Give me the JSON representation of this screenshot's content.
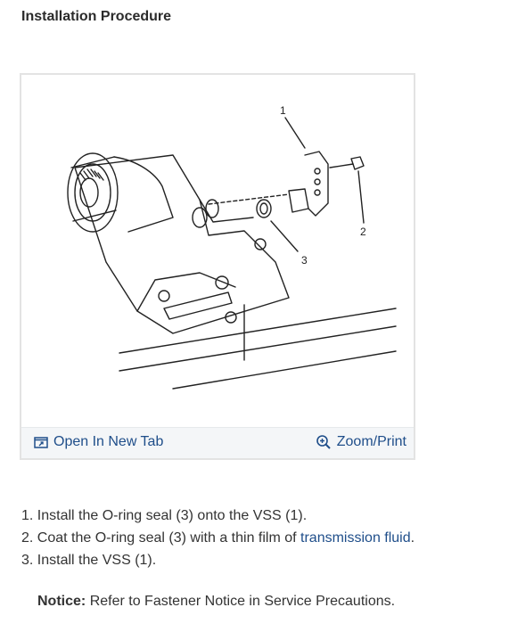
{
  "heading": "Installation Procedure",
  "figure": {
    "callouts": [
      "1",
      "2",
      "3"
    ],
    "open_tab_label": "Open In New Tab",
    "zoom_label": "Zoom/Print",
    "icons": {
      "open": "external-tab-icon",
      "zoom": "zoom-in-icon"
    },
    "accent_color": "#1f4e8a"
  },
  "steps": [
    {
      "number": "1.",
      "text": "Install the O-ring seal (3) onto the VSS (1)."
    },
    {
      "number": "2.",
      "text_before": "Coat the O-ring seal (3) with a thin film of ",
      "link": "transmission fluid",
      "text_after": "."
    },
    {
      "number": "3.",
      "text": "Install the VSS (1)."
    }
  ],
  "notice": {
    "label": "Notice:",
    "text": "Refer to Fastener Notice in Service Precautions."
  }
}
